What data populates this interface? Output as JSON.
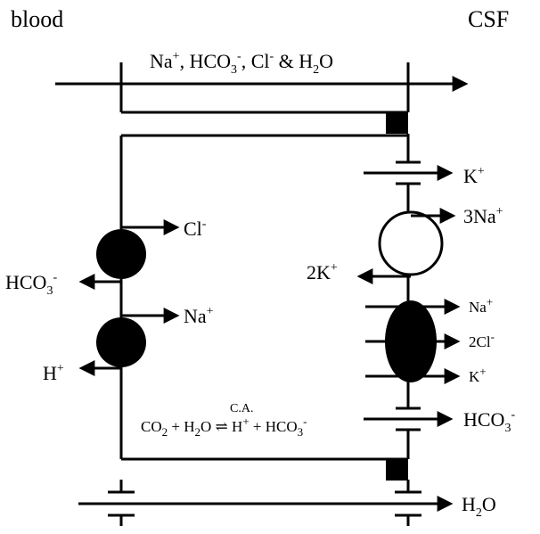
{
  "labels": {
    "blood": "blood",
    "csf": "CSF",
    "top_flux": {
      "main": "Na",
      "sup1": "+",
      "mid1": ", HCO",
      "sub1": "3",
      "sup2": "-",
      "mid2": ", Cl",
      "sup3": "-",
      "mid3": " & H",
      "sub2": "2",
      "end": "O"
    },
    "k_out": {
      "base": "K",
      "sup": "+"
    },
    "na3": {
      "base": "3Na",
      "sup": "+"
    },
    "k2": {
      "base": "2K",
      "sup": "+"
    },
    "cl_basal": {
      "base": "Cl",
      "sup": "-"
    },
    "hco3_basal": {
      "base": "HCO",
      "sub": "3",
      "sup": "-"
    },
    "na_basal": {
      "base": "Na",
      "sup": "+"
    },
    "h_basal": {
      "base": "H",
      "sup": "+"
    },
    "nkcc_na": {
      "base": "Na",
      "sup": "+"
    },
    "nkcc_cl": {
      "base": "2Cl",
      "sup": "-"
    },
    "nkcc_k": {
      "base": "K",
      "sup": "+"
    },
    "reaction": {
      "co2": "CO",
      "co2_sub": "2",
      "plus1": " + H",
      "h2o_sub": "2",
      "o": "O",
      "arrow": "⇌",
      "ca": "C.A.",
      "h": " H",
      "h_sup": "+",
      "plus2": " + HCO",
      "hco3_sub": "3",
      "hco3_sup": "-"
    },
    "hco3_channel": {
      "base": "HCO",
      "sub": "3",
      "sup": "-"
    },
    "h2o": {
      "base": "H",
      "sub": "2",
      "end": "O"
    }
  }
}
